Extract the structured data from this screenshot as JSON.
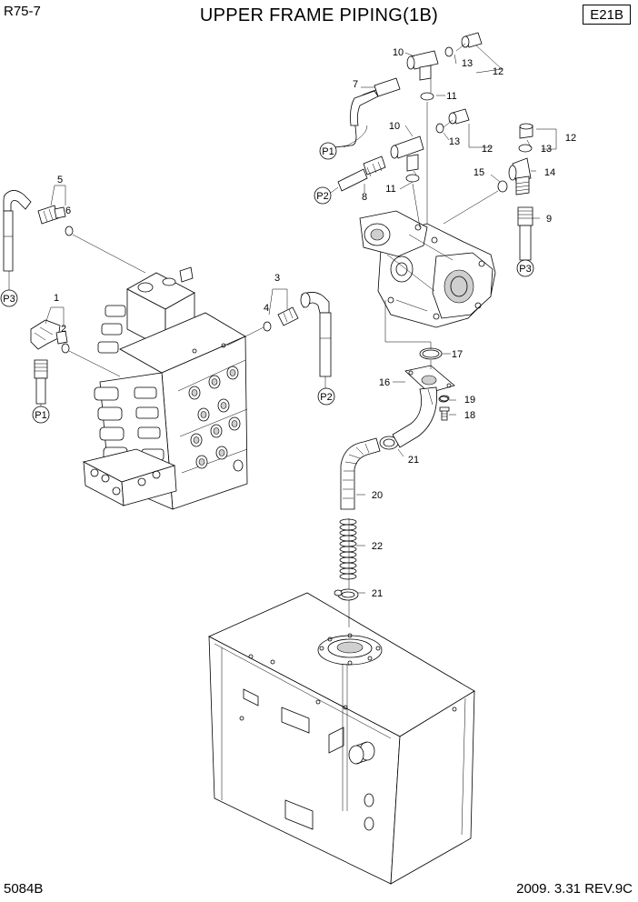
{
  "header": {
    "model": "R75-7",
    "title": "UPPER FRAME PIPING(1B)",
    "section_code": "E21B"
  },
  "footer": {
    "page_number": "5084B",
    "revision_date": "2009. 3.31 REV.9C"
  },
  "part_labels": {
    "p1": "1",
    "p2": "2",
    "p3": "3",
    "p4": "4",
    "p5": "5",
    "p6": "6",
    "p7": "7",
    "p8": "8",
    "p9": "9",
    "p10": "10",
    "p11": "11",
    "p12": "12",
    "p13": "13",
    "p14": "14",
    "p15": "15",
    "p16": "16",
    "p17": "17",
    "p18": "18",
    "p19": "19",
    "p20": "20",
    "p21": "21",
    "p22": "22"
  },
  "port_tags": {
    "P1": "P1",
    "P2": "P2",
    "P3": "P3"
  }
}
